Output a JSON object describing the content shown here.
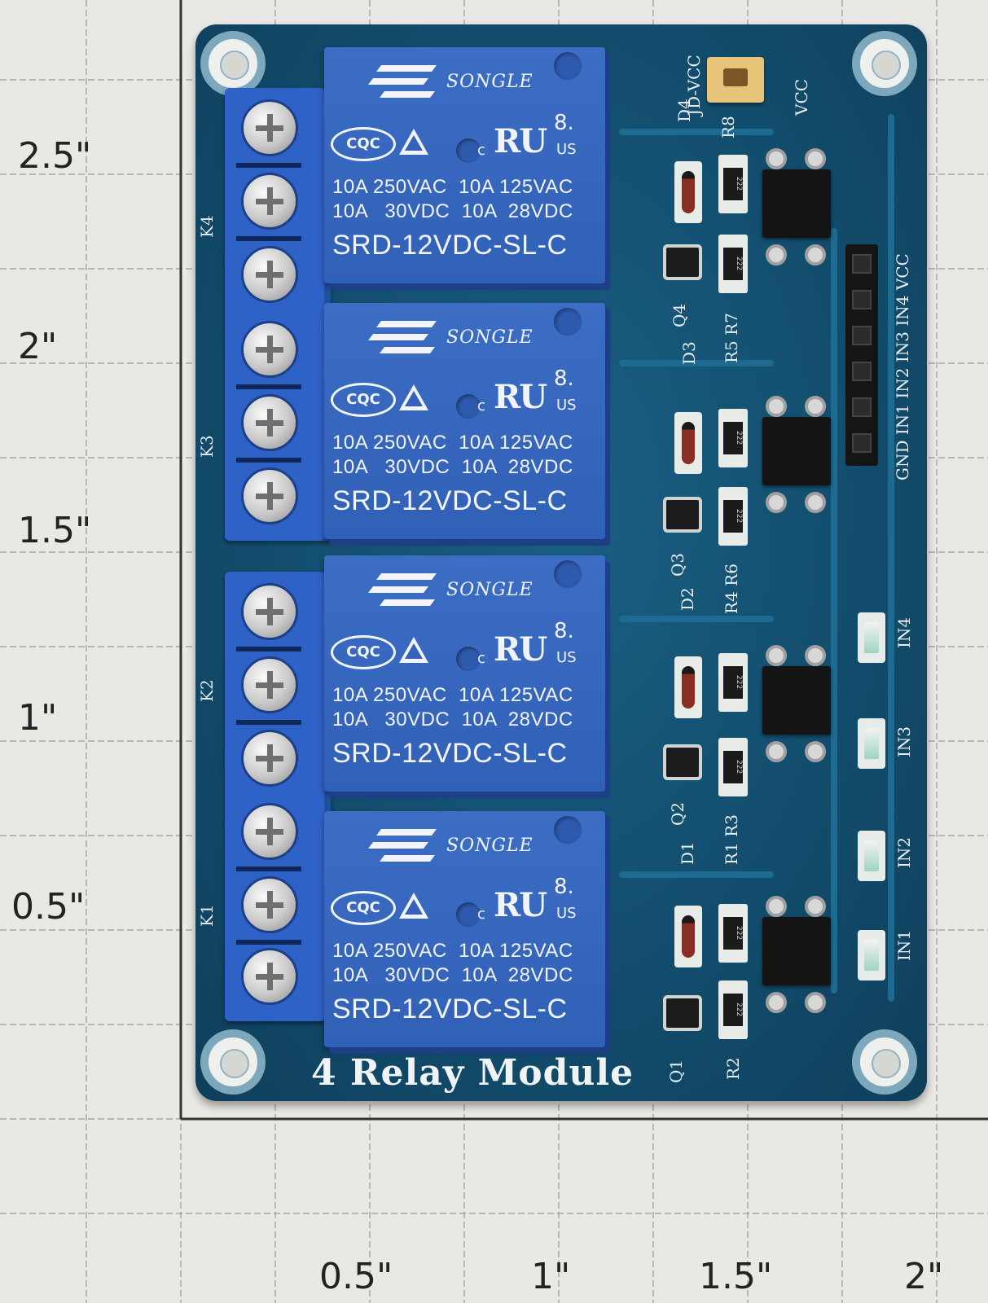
{
  "ruler": {
    "vertical_labels": [
      "2.5\"",
      "2\"",
      "1.5\"",
      "1\"",
      "0.5\""
    ],
    "horizontal_labels": [
      "0.5\"",
      "1\"",
      "1.5\"",
      "2\""
    ]
  },
  "board": {
    "title": "4 Relay Module",
    "colors": {
      "pcb": "#124c6c",
      "relay": "#3563bb",
      "terminal": "#2f62c6"
    },
    "relays": [
      {
        "brand": "SONGLE",
        "cert_mark": "8.",
        "cqc": "CQC",
        "ul_c": "c",
        "ul": "RU",
        "ul_us": "US",
        "rating_line1": "10A 250VAC  10A 125VAC",
        "rating_line2": "10A   30VDC  10A  28VDC",
        "model": "SRD-12VDC-SL-C"
      },
      {
        "brand": "SONGLE",
        "cert_mark": "8.",
        "cqc": "CQC",
        "ul_c": "c",
        "ul": "RU",
        "ul_us": "US",
        "rating_line1": "10A 250VAC  10A 125VAC",
        "rating_line2": "10A   30VDC  10A  28VDC",
        "model": "SRD-12VDC-SL-C"
      },
      {
        "brand": "SONGLE",
        "cert_mark": "8.",
        "cqc": "CQC",
        "ul_c": "c",
        "ul": "RU",
        "ul_us": "US",
        "rating_line1": "10A 250VAC  10A 125VAC",
        "rating_line2": "10A   30VDC  10A  28VDC",
        "model": "SRD-12VDC-SL-C"
      },
      {
        "brand": "SONGLE",
        "cert_mark": "8.",
        "cqc": "CQC",
        "ul_c": "c",
        "ul": "RU",
        "ul_us": "US",
        "rating_line1": "10A 250VAC  10A 125VAC",
        "rating_line2": "10A   30VDC  10A  28VDC",
        "model": "SRD-12VDC-SL-C"
      }
    ],
    "terminal_labels": {
      "k4": "K4",
      "k3": "K3",
      "k2": "K2",
      "k1": "K1"
    },
    "silkscreen": {
      "jumper": "JD-VCC",
      "jumper_vcc": "VCC",
      "header": "GND IN1 IN2 IN3 IN4 VCC",
      "d4": "D4",
      "d3": "D3",
      "d2": "D2",
      "d1": "D1",
      "q4": "Q4",
      "q3": "Q3",
      "q2": "Q2",
      "q1": "Q1",
      "r8": "R8",
      "r5r7": "R5 R7",
      "r4r6": "R4 R6",
      "r1r3": "R1 R3",
      "r2": "R2",
      "in4": "IN4",
      "in3": "IN3",
      "in2": "IN2",
      "in1": "IN1"
    }
  }
}
